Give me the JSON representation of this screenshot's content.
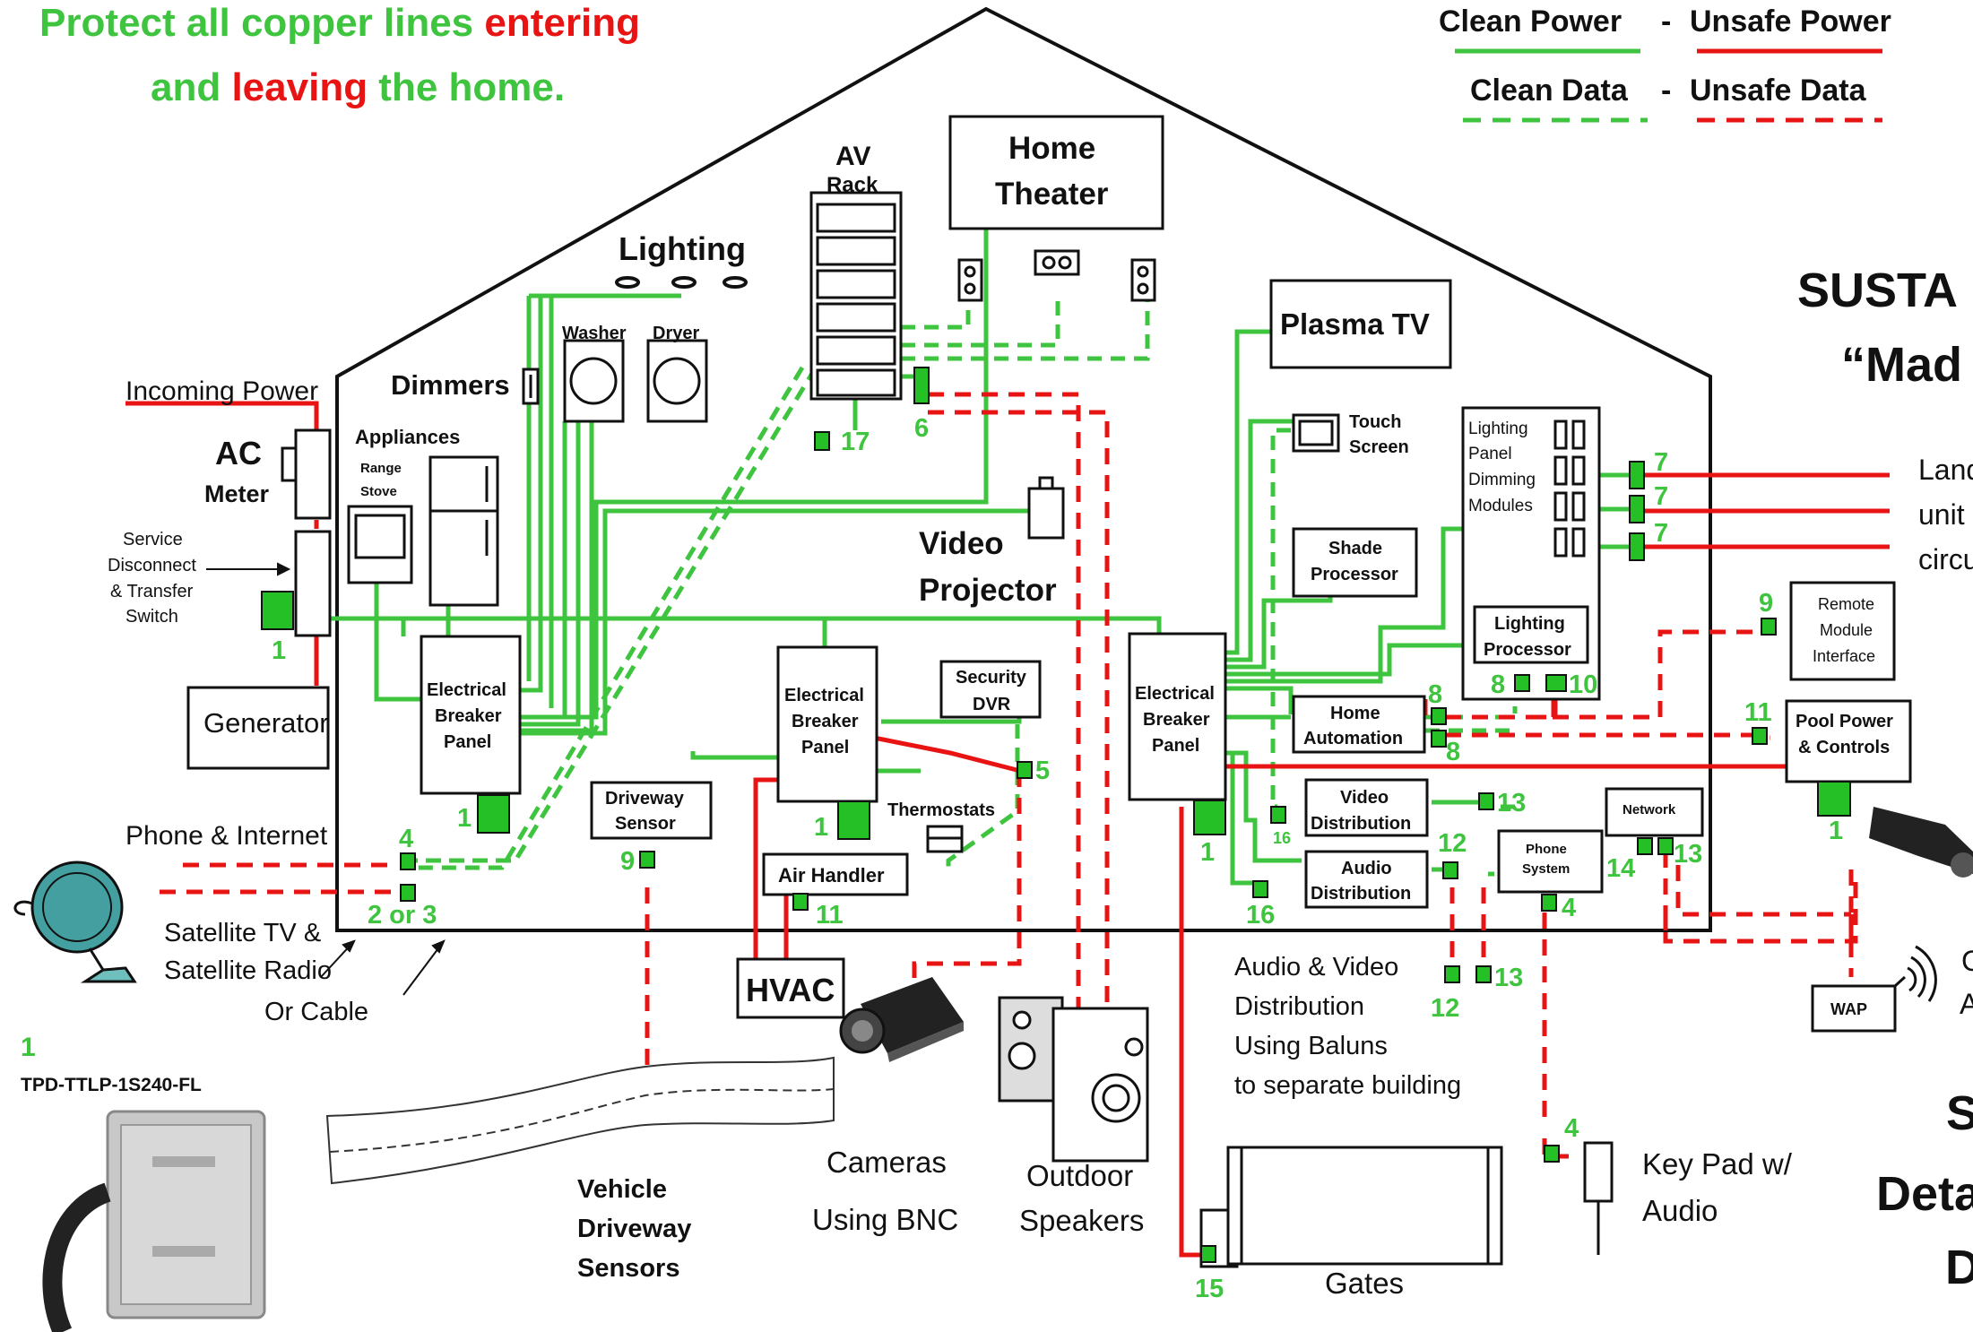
{
  "headline": {
    "line1_a": "Protect all copper lines ",
    "line1_b": "entering",
    "line2_a": "and ",
    "line2_b": "leaving",
    "line2_c": " the home."
  },
  "legend": {
    "clean_power": "Clean Power",
    "unsafe_power": "Unsafe Power",
    "clean_data": "Clean Data",
    "unsafe_data": "Unsafe Data",
    "dash": "-"
  },
  "colors": {
    "clean": "#3ec43e",
    "unsafe": "#e81414",
    "node": "#25c025",
    "headline_green": "#3ec43e",
    "headline_red": "#e81414"
  },
  "right_title": {
    "line1": "SUSTA",
    "line2": "“Mad",
    "line3": "S",
    "line4": "Deta",
    "line5": "D"
  },
  "right_cut_text": {
    "l1": "Land",
    "l2": "unit",
    "l3": "circu",
    "c1": "C",
    "c2": "A"
  },
  "labels": {
    "incoming_power": "Incoming  Power",
    "ac_meter_1": "AC",
    "ac_meter_2": "Meter",
    "service_1": "Service",
    "service_2": "Disconnect",
    "service_3": "& Transfer",
    "service_4": "Switch",
    "generator": "Generator",
    "phone_internet": "Phone & Internet",
    "satellite_1": "Satellite TV &",
    "satellite_2": "Satellite Radio",
    "or_cable": "Or Cable",
    "product_num": "1",
    "product_sku": "TPD-TTLP-1S240-FL",
    "appliances": "Appliances",
    "range": "Range",
    "stove": "Stove",
    "dimmers": "Dimmers",
    "lighting": "Lighting",
    "washer": "Washer",
    "dryer": "Dryer",
    "av": "AV",
    "rack": "Rack",
    "home_theater_1": "Home",
    "home_theater_2": "Theater",
    "video_projector_1": "Video",
    "video_projector_2": "Projector",
    "ebp_1": "Electrical",
    "ebp_2": "Breaker",
    "ebp_3": "Panel",
    "security_dvr_1": "Security",
    "security_dvr_2": "DVR",
    "driveway_sensor_1": "Driveway",
    "driveway_sensor_2": "Sensor",
    "thermostats": "Thermostats",
    "air_handler": "Air Handler",
    "hvac": "HVAC",
    "plasma_tv": "Plasma TV",
    "touch_screen_1": "Touch",
    "touch_screen_2": "Screen",
    "lighting_panel_1": "Lighting",
    "lighting_panel_2": "Panel",
    "lighting_panel_3": "Dimming",
    "lighting_panel_4": "Modules",
    "shade_processor_1": "Shade",
    "shade_processor_2": "Processor",
    "lighting_processor_1": "Lighting",
    "lighting_processor_2": "Processor",
    "home_automation_1": "Home",
    "home_automation_2": "Automation",
    "remote_module_1": "Remote",
    "remote_module_2": "Module",
    "remote_module_3": "Interface",
    "pool_power_1": "Pool Power",
    "pool_power_2": "& Controls",
    "video_dist_1": "Video",
    "video_dist_2": "Distribution",
    "audio_dist_1": "Audio",
    "audio_dist_2": "Distribution",
    "network": "Network",
    "phone_system_1": "Phone",
    "phone_system_2": "System",
    "wap": "WAP",
    "av_balun_1": "Audio & Video",
    "av_balun_2": "Distribution",
    "av_balun_3": "Using Baluns",
    "av_balun_4": "to separate building",
    "key_pad_1": "Key Pad w/",
    "key_pad_2": "Audio",
    "gates": "Gates",
    "cameras_1": "Cameras",
    "cameras_2": "Using BNC",
    "speakers_1": "Outdoor",
    "speakers_2": "Speakers",
    "vehicle_1": "Vehicle",
    "vehicle_2": "Driveway",
    "vehicle_3": "Sensors"
  },
  "node_numbers": {
    "n1": "1",
    "n2or3": "2 or 3",
    "n4": "4",
    "n5": "5",
    "n6": "6",
    "n7": "7",
    "n8": "8",
    "n9": "9",
    "n10": "10",
    "n11": "11",
    "n12": "12",
    "n13": "13",
    "n14": "14",
    "n15": "15",
    "n16": "16",
    "n17": "17"
  },
  "icons": [
    "satellite-dish-icon",
    "camera-icon",
    "speaker-icon",
    "keypad-icon",
    "surge-protector-photo",
    "wifi-signal-icon"
  ]
}
